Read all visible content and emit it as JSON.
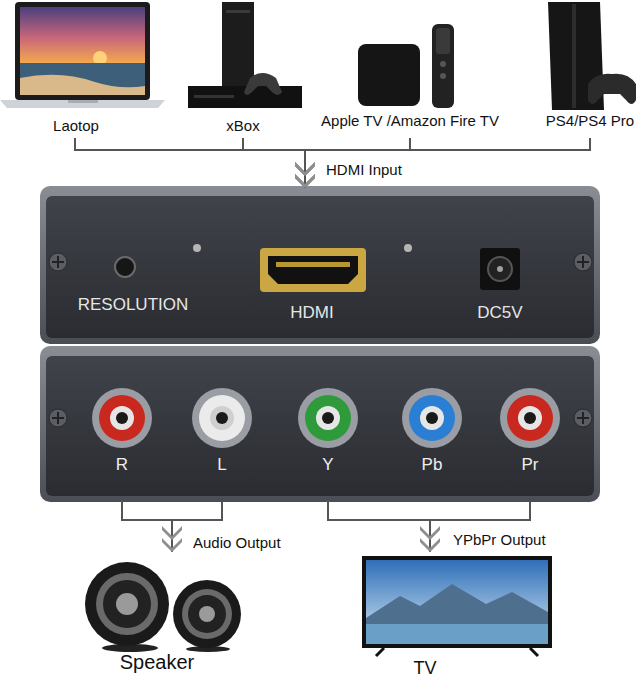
{
  "diagram": {
    "nodes": [
      {
        "text": [
          "Laotop"
        ]
      },
      {
        "text": [
          "xBox"
        ]
      },
      {
        "text": [
          "Apple TV /Amazon Fire TV"
        ]
      },
      {
        "text": [
          "PS4/PS4 Pro"
        ]
      },
      {
        "text": [
          "RESOLUTION",
          "HDMI",
          "DC5V"
        ]
      },
      {
        "text": [
          "R",
          "L",
          "Y",
          "Pb",
          "Pr"
        ]
      },
      {
        "text": [
          "Speaker"
        ]
      },
      {
        "text": [
          "TV"
        ]
      }
    ],
    "edges": [
      {
        "from": 0,
        "to": 4,
        "arrow": "to"
      },
      {
        "from": 1,
        "to": 4,
        "arrow": "to"
      },
      {
        "from": 2,
        "to": 4,
        "arrow": "to"
      },
      {
        "from": 3,
        "to": 4,
        "arrow": "to"
      },
      {
        "from": 5,
        "to": 6,
        "arrow": "to"
      },
      {
        "from": 5,
        "to": 7,
        "arrow": "to"
      }
    ],
    "labels": [
      "HDMI Input",
      "Audio Output",
      "YPbPr Output"
    ]
  }
}
